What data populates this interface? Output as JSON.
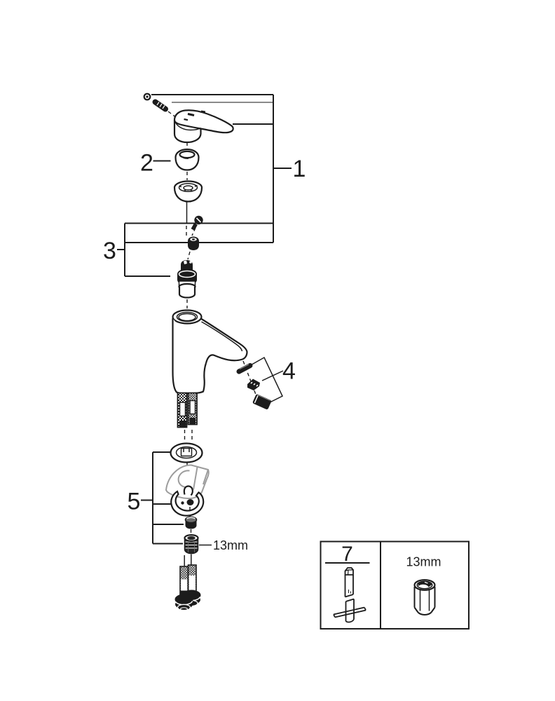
{
  "diagram": {
    "type": "exploded-parts-diagram",
    "callouts": [
      {
        "id": "callout-1",
        "label": "1"
      },
      {
        "id": "callout-2",
        "label": "2"
      },
      {
        "id": "callout-3",
        "label": "3"
      },
      {
        "id": "callout-4",
        "label": "4"
      },
      {
        "id": "callout-5",
        "label": "5"
      }
    ],
    "wrench_size_label": "13mm",
    "legend": {
      "tool_callout": "7",
      "socket_label": "13mm"
    },
    "colors": {
      "line": "#1c1c1c",
      "reference_gray": "#8a8a8a",
      "deck_gray": "#9c9c9c",
      "background": "#ffffff"
    }
  }
}
